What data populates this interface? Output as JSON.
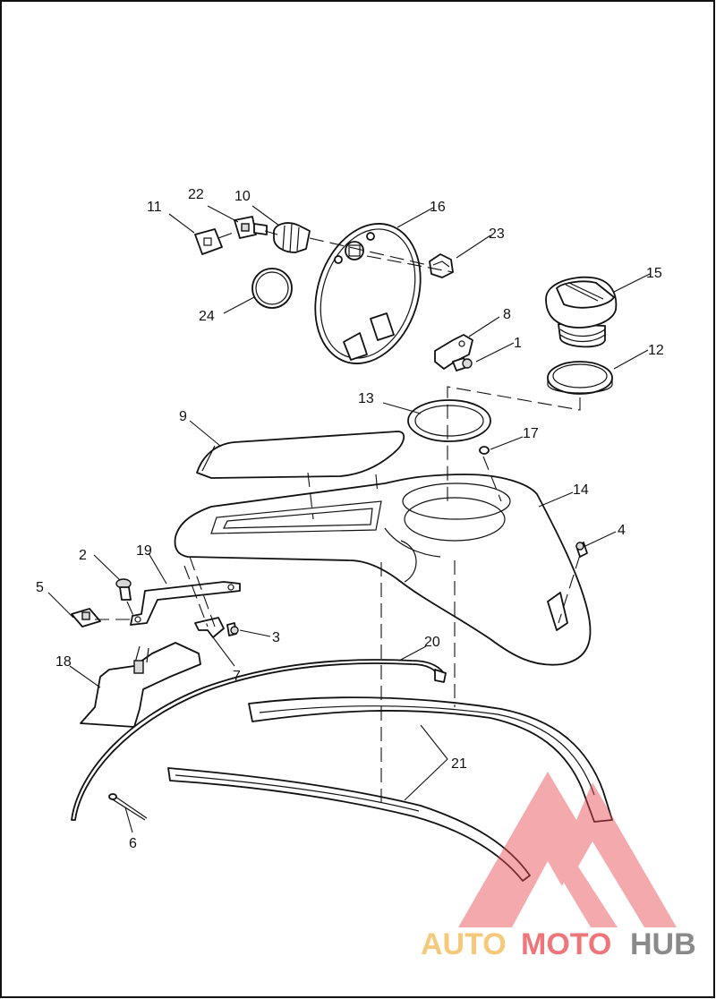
{
  "diagram": {
    "callouts": [
      {
        "id": "c1",
        "label": "1"
      },
      {
        "id": "c2",
        "label": "2"
      },
      {
        "id": "c3",
        "label": "3"
      },
      {
        "id": "c4",
        "label": "4"
      },
      {
        "id": "c5",
        "label": "5"
      },
      {
        "id": "c6",
        "label": "6"
      },
      {
        "id": "c7",
        "label": "7"
      },
      {
        "id": "c8",
        "label": "8"
      },
      {
        "id": "c9",
        "label": "9"
      },
      {
        "id": "c10",
        "label": "10"
      },
      {
        "id": "c11",
        "label": "11"
      },
      {
        "id": "c12",
        "label": "12"
      },
      {
        "id": "c13",
        "label": "13"
      },
      {
        "id": "c14",
        "label": "14"
      },
      {
        "id": "c15",
        "label": "15"
      },
      {
        "id": "c16",
        "label": "16"
      },
      {
        "id": "c17",
        "label": "17"
      },
      {
        "id": "c18",
        "label": "18"
      },
      {
        "id": "c19",
        "label": "19"
      },
      {
        "id": "c20",
        "label": "20"
      },
      {
        "id": "c21",
        "label": "21"
      },
      {
        "id": "c22",
        "label": "22"
      },
      {
        "id": "c23",
        "label": "23"
      },
      {
        "id": "c24",
        "label": "24"
      }
    ]
  },
  "watermark": {
    "part1": "AUTO",
    "part2": "MOTO",
    "part3": "HUB",
    "color_light": "#f5c97a",
    "color_red": "#e8484e",
    "color_grey": "#8a8a8a"
  }
}
